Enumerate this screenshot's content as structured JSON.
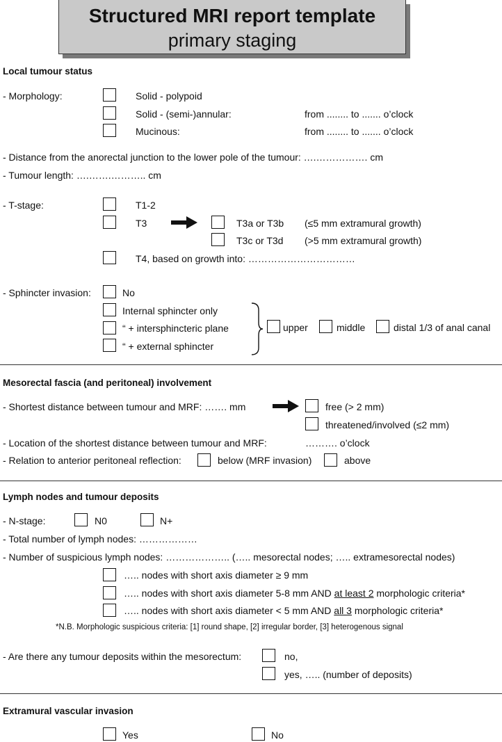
{
  "title": {
    "main": "Structured MRI report template",
    "sub": "primary staging"
  },
  "local": {
    "heading": "Local tumour status",
    "morphology_label": "- Morphology:",
    "morph_solid_polypoid": "Solid - polypoid",
    "morph_semi_annular": "Solid - (semi-)annular:",
    "morph_mucinous": "Mucinous:",
    "clock_range": "from ........ to ....... o’clock",
    "distance": "- Distance from the anorectal junction to the lower pole of the tumour: ….……………. cm",
    "length": "- Tumour length: ….…….……….. cm",
    "tstage_label": "- T-stage:",
    "t12": "T1-2",
    "t3": "T3",
    "t3ab": "T3a or T3b",
    "t3ab_note": "(≤5 mm extramural growth)",
    "t3cd": "T3c or T3d",
    "t3cd_note": "(>5 mm extramural growth)",
    "t4": "T4, based on growth into: ……………………………",
    "sphincter_label": "- Sphincter invasion:",
    "sph_no": "No",
    "sph_internal": "Internal sphincter only",
    "sph_intersph": "“ + intersphincteric plane",
    "sph_external": "“ + external sphincter",
    "sph_upper": "upper",
    "sph_middle": "middle",
    "sph_distal": "distal 1/3 of anal canal"
  },
  "mrf": {
    "heading": "Mesorectal fascia (and peritoneal) involvement",
    "shortest": "- Shortest distance between tumour and MRF:  ……. mm",
    "free": "free (> 2 mm)",
    "threatened": "threatened/involved (≤2 mm)",
    "location": "- Location of the shortest distance between tumour and MRF:",
    "location_value": "………. o’clock",
    "relation": "- Relation to anterior peritoneal reflection:",
    "below": "below (MRF invasion)",
    "above": "above"
  },
  "nodes": {
    "heading": "Lymph nodes and tumour deposits",
    "nstage_label": "- N-stage:",
    "n0": "N0",
    "nplus": "N+",
    "total": "- Total number of lymph nodes: ………………",
    "suspicious": "- Number of suspicious lymph nodes: ………………..    (….. mesorectal nodes; ….. extramesorectal nodes)",
    "crit1": "….. nodes with short axis diameter ≥ 9 mm",
    "crit2_a": "….. nodes with short axis diameter 5-8 mm AND ",
    "crit2_u": "at least 2",
    "crit2_b": " morphologic criteria*",
    "crit3_a": "….. nodes with short axis diameter < 5 mm  AND ",
    "crit3_u": "all 3",
    "crit3_b": " morphologic criteria*",
    "note": "*N.B. Morphologic suspicious criteria: [1] round shape, [2] irregular border, [3] heterogenous signal",
    "deposits": "- Are there any tumour deposits within the mesorectum:",
    "dep_no": "no,",
    "dep_yes": "yes, ….. (number of deposits)"
  },
  "emvi": {
    "heading": "Extramural vascular invasion",
    "yes": "Yes",
    "no": "No"
  }
}
